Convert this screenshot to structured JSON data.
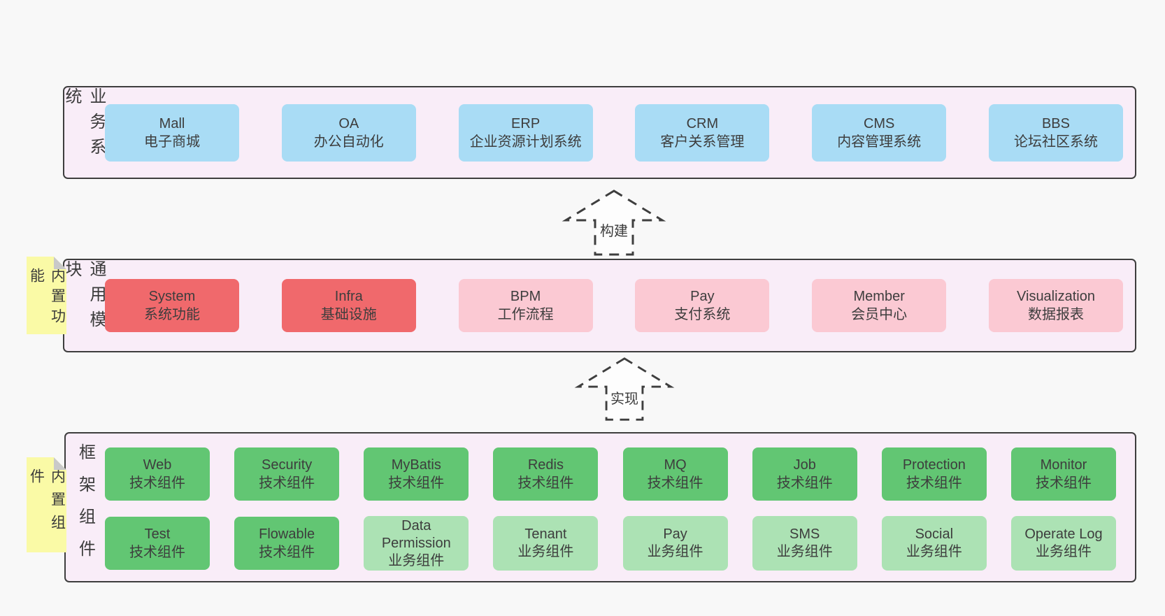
{
  "page": {
    "background": "#f8f8f8"
  },
  "colors": {
    "container_bg": "#f9edf8",
    "container_border": "#3e3e3e",
    "blue": "#a9dcf5",
    "red": "#f0696c",
    "pink": "#fbc9d3",
    "green": "#62c673",
    "green_light": "#ace2b4",
    "yellow": "#fafaa6",
    "fold": "#c9c9c9",
    "text": "#3b3b3b"
  },
  "arrows": {
    "build": "构建",
    "implement": "实现"
  },
  "sections": {
    "business": {
      "label": "业务系统",
      "boxes": [
        {
          "name": "Mall",
          "subtitle": "电子商城",
          "variant": "blue"
        },
        {
          "name": "OA",
          "subtitle": "办公自动化",
          "variant": "blue"
        },
        {
          "name": "ERP",
          "subtitle": "企业资源计划系统",
          "variant": "blue"
        },
        {
          "name": "CRM",
          "subtitle": "客户关系管理",
          "variant": "blue"
        },
        {
          "name": "CMS",
          "subtitle": "内容管理系统",
          "variant": "blue"
        },
        {
          "name": "BBS",
          "subtitle": "论坛社区系统",
          "variant": "blue"
        }
      ]
    },
    "modules": {
      "label": "通用模块",
      "sticky": "内置功能",
      "boxes": [
        {
          "name": "System",
          "subtitle": "系统功能",
          "variant": "red"
        },
        {
          "name": "Infra",
          "subtitle": "基础设施",
          "variant": "red"
        },
        {
          "name": "BPM",
          "subtitle": "工作流程",
          "variant": "pink"
        },
        {
          "name": "Pay",
          "subtitle": "支付系统",
          "variant": "pink"
        },
        {
          "name": "Member",
          "subtitle": "会员中心",
          "variant": "pink"
        },
        {
          "name": "Visualization",
          "subtitle": "数据报表",
          "variant": "pink"
        }
      ]
    },
    "components": {
      "label": "框架组件",
      "sticky": "内置组件",
      "row1": [
        {
          "name": "Web",
          "subtitle": "技术组件",
          "variant": "green"
        },
        {
          "name": "Security",
          "subtitle": "技术组件",
          "variant": "green"
        },
        {
          "name": "MyBatis",
          "subtitle": "技术组件",
          "variant": "green"
        },
        {
          "name": "Redis",
          "subtitle": "技术组件",
          "variant": "green"
        },
        {
          "name": "MQ",
          "subtitle": "技术组件",
          "variant": "green"
        },
        {
          "name": "Job",
          "subtitle": "技术组件",
          "variant": "green"
        },
        {
          "name": "Protection",
          "subtitle": "技术组件",
          "variant": "green"
        },
        {
          "name": "Monitor",
          "subtitle": "技术组件",
          "variant": "green"
        }
      ],
      "row2": [
        {
          "name": "Test",
          "subtitle": "技术组件",
          "variant": "green"
        },
        {
          "name": "Flowable",
          "subtitle": "技术组件",
          "variant": "green"
        },
        {
          "name": "Data Permission",
          "subtitle": "业务组件",
          "variant": "green-light"
        },
        {
          "name": "Tenant",
          "subtitle": "业务组件",
          "variant": "green-light"
        },
        {
          "name": "Pay",
          "subtitle": "业务组件",
          "variant": "green-light"
        },
        {
          "name": "SMS",
          "subtitle": "业务组件",
          "variant": "green-light"
        },
        {
          "name": "Social",
          "subtitle": "业务组件",
          "variant": "green-light"
        },
        {
          "name": "Operate Log",
          "subtitle": "业务组件",
          "variant": "green-light"
        }
      ]
    }
  }
}
